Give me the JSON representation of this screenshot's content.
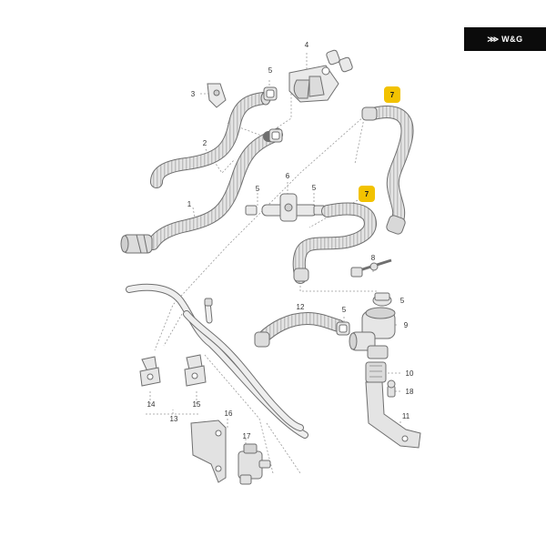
{
  "brand": {
    "name": "W&G",
    "mark": "⋙"
  },
  "labels": {
    "l1": "1",
    "l2": "2",
    "l3": "3",
    "l4": "4",
    "l5a": "5",
    "l5b": "5",
    "l5c": "5",
    "l5d": "5",
    "l5e": "5",
    "l6": "6",
    "l7a": "7",
    "l7b": "7",
    "l8": "8",
    "l9": "9",
    "l10": "10",
    "l11": "11",
    "l12": "12",
    "l13": "13",
    "l14": "14",
    "l15": "15",
    "l16": "16",
    "l17": "17",
    "l18": "18"
  },
  "colors": {
    "highlight": "#f2c200",
    "part_fill": "#e9e9e9",
    "stroke": "#6f6f6f"
  }
}
